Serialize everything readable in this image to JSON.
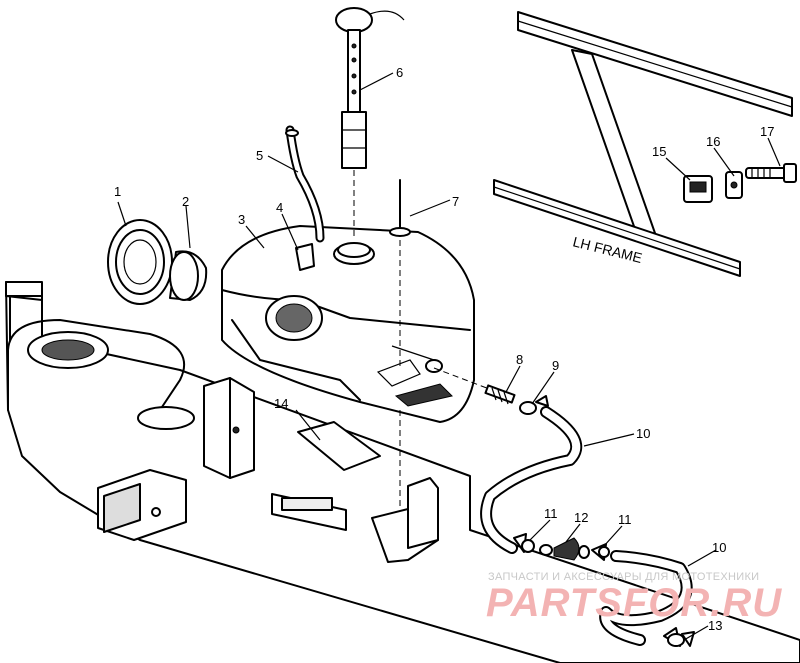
{
  "callouts": [
    "1",
    "2",
    "3",
    "4",
    "5",
    "6",
    "7",
    "8",
    "9",
    "10",
    "11",
    "12",
    "11",
    "10",
    "13",
    "14",
    "15",
    "16",
    "17"
  ],
  "frame_label": "LH FRAME",
  "watermark": {
    "tagline": "ЗАПЧАСТИ И АКСЕССУАРЫ ДЛЯ МОТОТЕХНИКИ",
    "brand": "PARTSFOR.RU",
    "color": "#f3b3b3"
  }
}
